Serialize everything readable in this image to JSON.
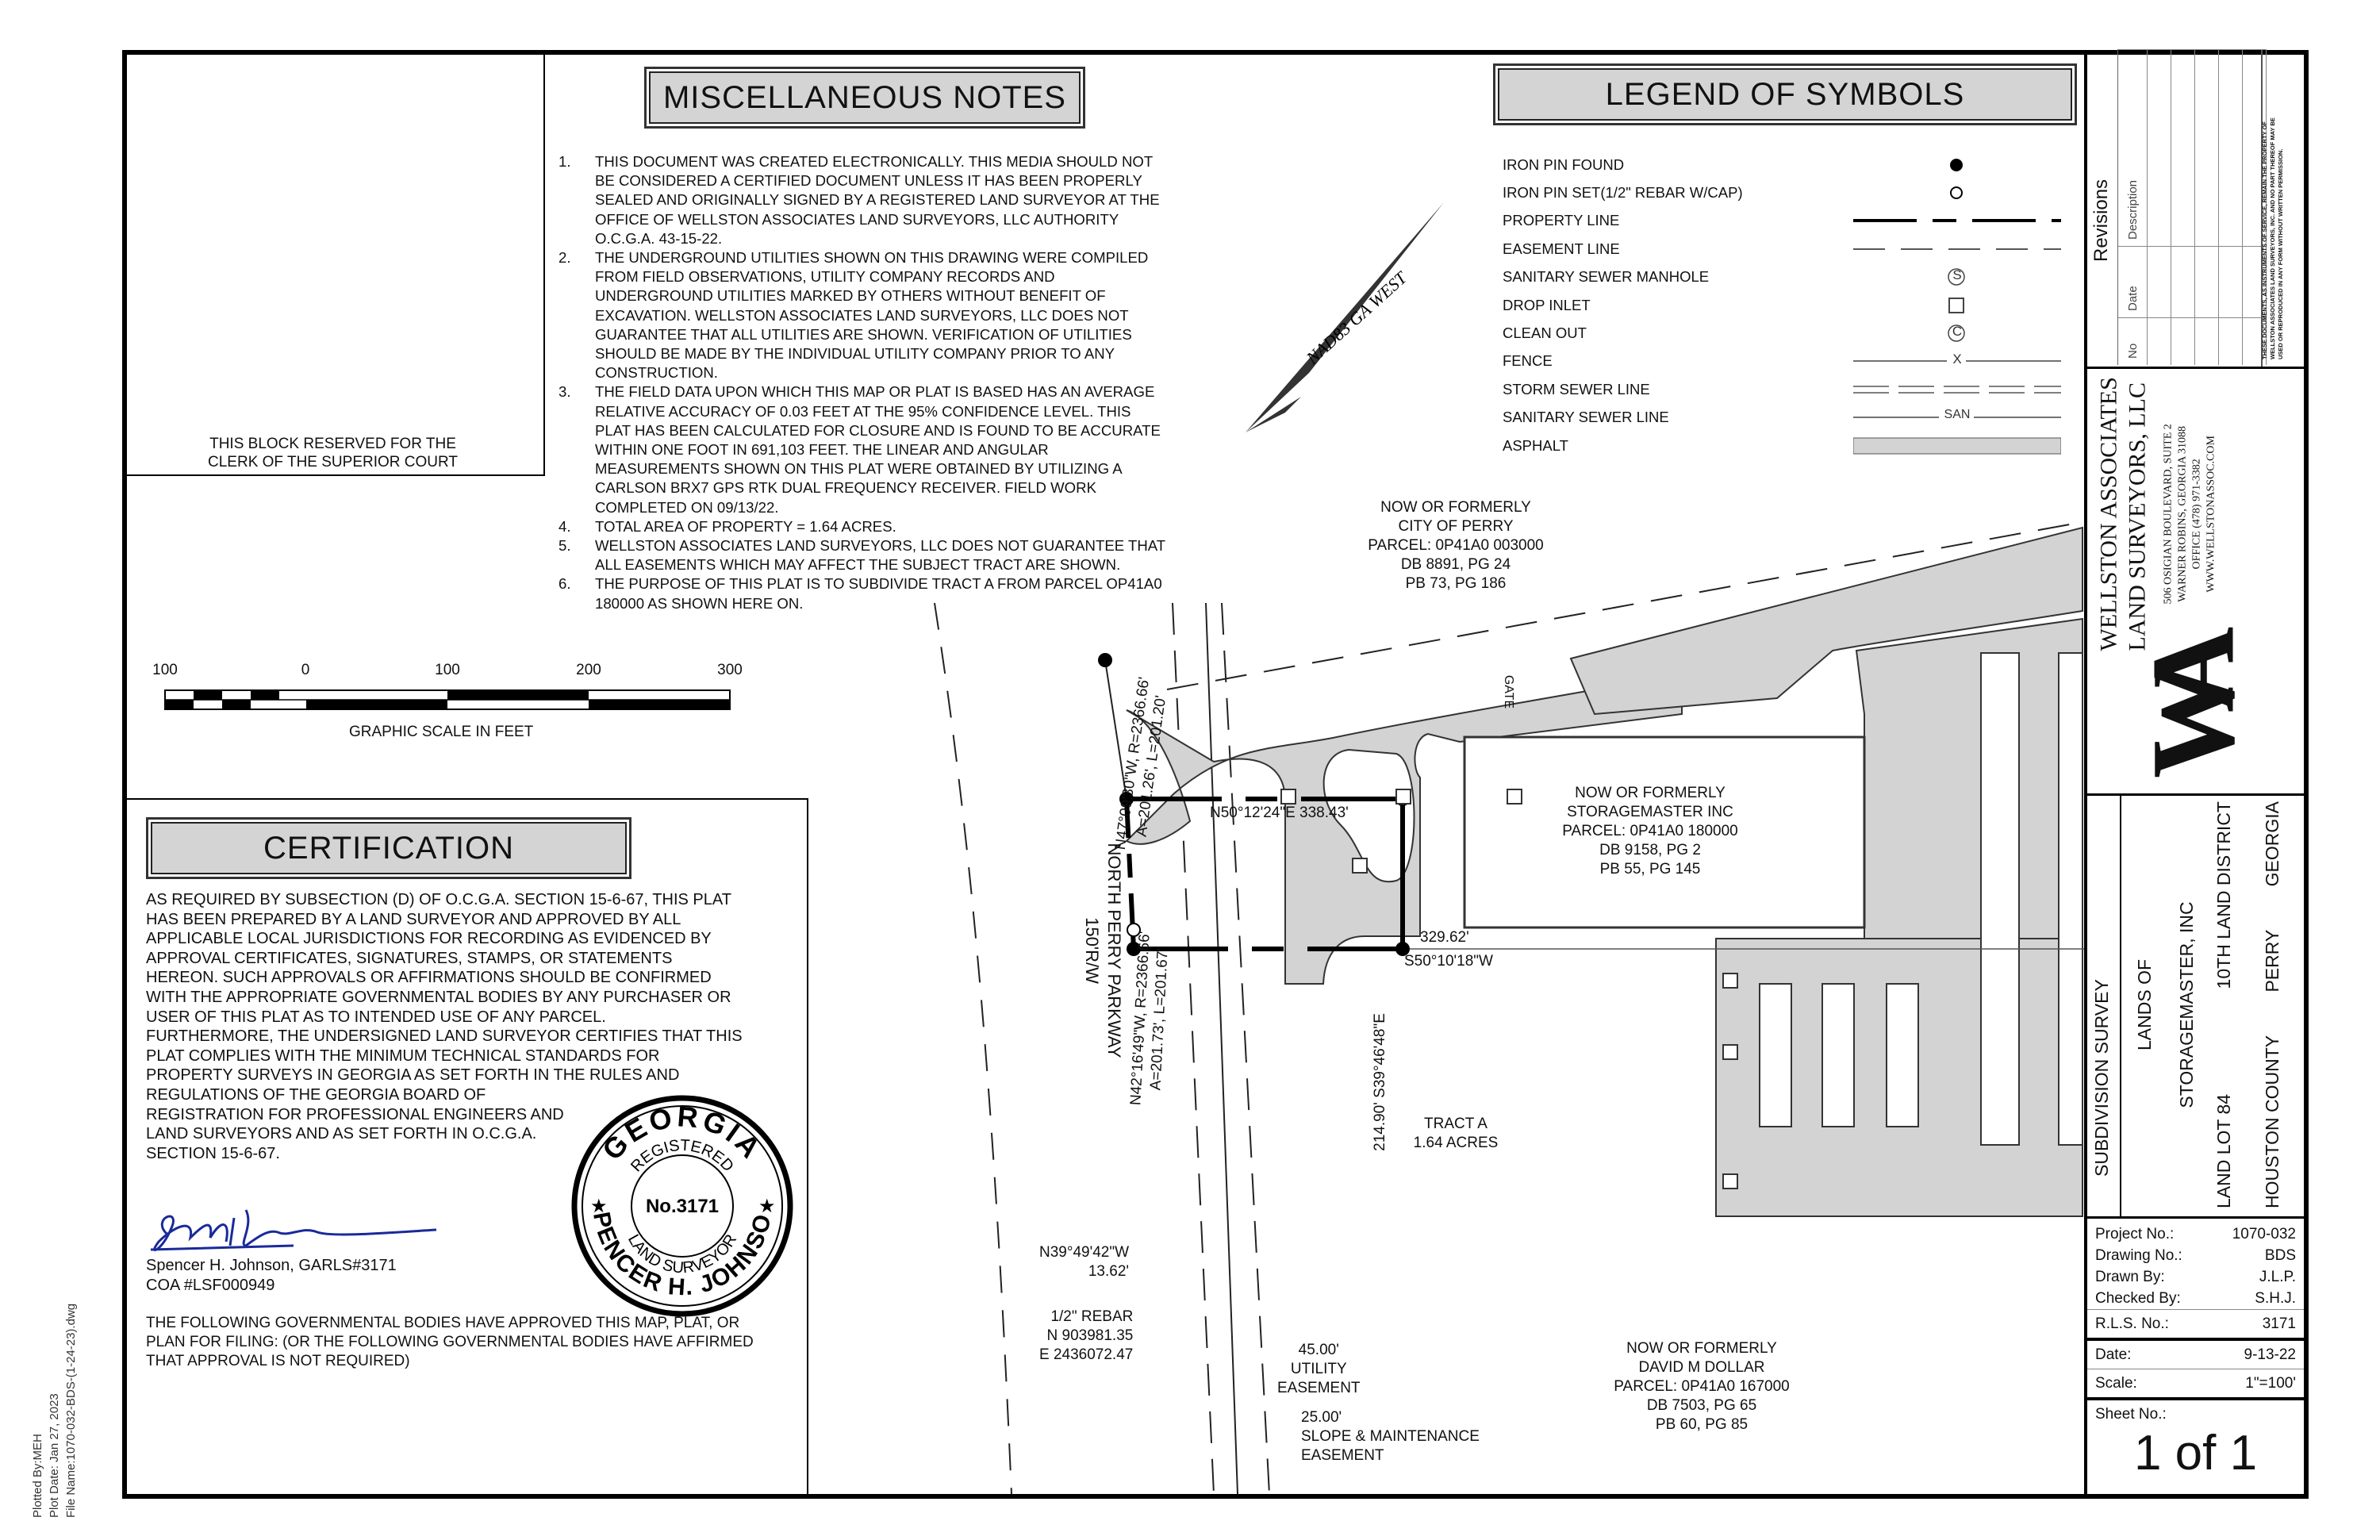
{
  "plot_info": {
    "plotted_by": "Plotted By:MEH",
    "plot_date": "Plot Date: Jan 27, 2023",
    "file_name": "File Name:1070-032-BDS-(1-24-23).dwg"
  },
  "clerk_block": {
    "line1": "THIS BLOCK RESERVED FOR THE",
    "line2": "CLERK OF THE SUPERIOR COURT"
  },
  "misc_notes": {
    "title": "MISCELLANEOUS NOTES",
    "items": [
      {
        "num": "1.",
        "lines": [
          "THIS DOCUMENT WAS CREATED ELECTRONICALLY.  THIS MEDIA SHOULD NOT",
          "BE CONSIDERED A CERTIFIED DOCUMENT UNLESS IT HAS BEEN PROPERLY",
          "SEALED AND ORIGINALLY SIGNED BY A REGISTERED LAND SURVEYOR AT THE",
          "OFFICE OF WELLSTON ASSOCIATES LAND SURVEYORS, LLC  AUTHORITY",
          "O.C.G.A. 43-15-22."
        ]
      },
      {
        "num": "2.",
        "lines": [
          "THE UNDERGROUND UTILITIES SHOWN ON THIS DRAWING WERE COMPILED",
          "FROM FIELD OBSERVATIONS, UTILITY COMPANY RECORDS AND",
          "UNDERGROUND UTILITIES MARKED BY OTHERS WITHOUT BENEFIT OF",
          "EXCAVATION.  WELLSTON ASSOCIATES LAND SURVEYORS, LLC DOES NOT",
          "GUARANTEE THAT ALL UTILITIES ARE SHOWN. VERIFICATION OF UTILITIES",
          "SHOULD BE MADE BY THE INDIVIDUAL UTILITY COMPANY PRIOR TO ANY",
          "CONSTRUCTION."
        ]
      },
      {
        "num": "3.",
        "lines": [
          "THE FIELD DATA UPON WHICH THIS MAP OR PLAT IS BASED HAS AN AVERAGE",
          "RELATIVE ACCURACY OF 0.03 FEET AT THE 95% CONFIDENCE LEVEL. THIS",
          "PLAT HAS BEEN CALCULATED FOR CLOSURE AND IS FOUND TO BE ACCURATE",
          "WITHIN ONE FOOT IN 691,103 FEET. THE LINEAR AND ANGULAR",
          "MEASUREMENTS SHOWN ON THIS PLAT WERE OBTAINED BY UTILIZING A",
          "CARLSON BRX7 GPS RTK DUAL FREQUENCY RECEIVER. FIELD WORK",
          "COMPLETED ON 09/13/22."
        ]
      },
      {
        "num": "4.",
        "lines": [
          "TOTAL AREA OF PROPERTY = 1.64 ACRES."
        ]
      },
      {
        "num": "5.",
        "lines": [
          "WELLSTON ASSOCIATES LAND SURVEYORS, LLC DOES NOT GUARANTEE THAT",
          "ALL EASEMENTS WHICH MAY AFFECT THE SUBJECT TRACT ARE SHOWN."
        ]
      },
      {
        "num": "6.",
        "lines": [
          "THE PURPOSE OF THIS PLAT IS TO SUBDIVIDE TRACT A FROM PARCEL OP41A0",
          "180000 AS SHOWN HERE ON."
        ]
      }
    ]
  },
  "legend": {
    "title": "LEGEND OF SYMBOLS",
    "items": [
      {
        "label": "IRON PIN FOUND",
        "symbol": "filled-circle"
      },
      {
        "label": "IRON PIN SET(1/2\" REBAR W/CAP)",
        "symbol": "hollow-circle"
      },
      {
        "label": "PROPERTY LINE",
        "symbol": "long-dash-line"
      },
      {
        "label": "EASEMENT LINE",
        "symbol": "dash-line"
      },
      {
        "label": "SANITARY SEWER MANHOLE",
        "symbol": "s-circle",
        "glyph": "S"
      },
      {
        "label": "DROP INLET",
        "symbol": "square"
      },
      {
        "label": "CLEAN OUT",
        "symbol": "c-circle",
        "glyph": "C"
      },
      {
        "label": "FENCE",
        "symbol": "fence-line",
        "glyph": "X"
      },
      {
        "label": "STORM SEWER LINE",
        "symbol": "double-dash-line"
      },
      {
        "label": "SANITARY SEWER LINE",
        "symbol": "san-line",
        "glyph": "SAN"
      },
      {
        "label": "ASPHALT",
        "symbol": "gray-fill"
      }
    ]
  },
  "graphic_scale": {
    "ticks": [
      "100",
      "0",
      "100",
      "200",
      "300"
    ],
    "caption": "GRAPHIC SCALE IN FEET"
  },
  "certification": {
    "title": "CERTIFICATION",
    "lines": [
      "AS REQUIRED BY SUBSECTION (D) OF O.C.G.A. SECTION 15-6-67, THIS PLAT",
      "HAS BEEN PREPARED BY A LAND SURVEYOR AND APPROVED BY ALL",
      "APPLICABLE LOCAL JURISDICTIONS FOR RECORDING AS EVIDENCED BY",
      "APPROVAL CERTIFICATES, SIGNATURES, STAMPS, OR STATEMENTS",
      "HEREON. SUCH APPROVALS OR AFFIRMATIONS SHOULD BE CONFIRMED",
      "WITH THE APPROPRIATE GOVERNMENTAL BODIES BY ANY PURCHASER OR",
      "USER OF THIS PLAT AS TO INTENDED USE OF ANY PARCEL.",
      "FURTHERMORE, THE UNDERSIGNED LAND SURVEYOR CERTIFIES THAT THIS",
      "PLAT COMPLIES WITH THE MINIMUM TECHNICAL STANDARDS FOR",
      "PROPERTY SURVEYS IN GEORGIA AS SET FORTH IN THE RULES AND",
      "REGULATIONS OF THE GEORGIA BOARD OF",
      "REGISTRATION FOR PROFESSIONAL ENGINEERS AND",
      "LAND SURVEYORS AND AS SET FORTH IN O.C.G.A.",
      "SECTION 15-6-67."
    ],
    "surveyor_name": "Spencer H. Johnson, GARLS#3171",
    "coa": "COA #LSF000949",
    "approval_lines": [
      "THE FOLLOWING GOVERNMENTAL BODIES HAVE APPROVED THIS MAP, PLAT, OR",
      "PLAN FOR FILING: (OR THE FOLLOWING GOVERNMENTAL BODIES HAVE AFFIRMED",
      "THAT APPROVAL IS NOT REQUIRED)"
    ],
    "seal": {
      "top": "GEORGIA",
      "registered": "REGISTERED",
      "number": "No.3171",
      "land_surveyor": "LAND SURVEYOR",
      "bottom": "SPENCER H. JOHNSON"
    }
  },
  "map": {
    "north_arrow": "NAD83 GA WEST",
    "city_of_perry": [
      "NOW OR FORMERLY",
      "CITY OF PERRY",
      "PARCEL: 0P41A0 003000",
      "DB 8891, PG 24",
      "PB 73, PG 186"
    ],
    "storagemaster": [
      "NOW OR FORMERLY",
      "STORAGEMASTER INC",
      "PARCEL: 0P41A0 180000",
      "DB 9158, PG 2",
      "PB 55, PG 145"
    ],
    "tract": [
      "TRACT A",
      "1.64 ACRES"
    ],
    "dollar": [
      "NOW OR FORMERLY",
      "DAVID M DOLLAR",
      "PARCEL: 0P41A0 167000",
      "DB  7503, PG 65",
      "PB 60, PG 85"
    ],
    "road": [
      "NORTH PERRY PARKWAY",
      "150'R/W"
    ],
    "gate": "GATE",
    "curve1": [
      "N47°09'30\"W, R=2366.66'",
      "A=201.26', L=201.20'"
    ],
    "curve2": [
      "N42°16'49\"W, R=2366.66'",
      "A=201.73', L=201.67'"
    ],
    "north_line": "N50°12'24\"E  338.43'",
    "east_line": "214.90'  S39°46'48\"E",
    "south_line_dist": "329.62'",
    "south_line_bearing": "S50°10'18\"W",
    "tie": [
      "N39°49'42\"W",
      "13.62'"
    ],
    "rebar": [
      "1/2\" REBAR",
      "N 903981.35",
      "E 2436072.47"
    ],
    "utility_easement": [
      "45.00'",
      "UTILITY",
      "EASEMENT"
    ],
    "slope_easement": [
      "25.00'",
      "SLOPE & MAINTENANCE",
      "EASEMENT"
    ]
  },
  "title_block": {
    "revisions": {
      "title": "Revisions",
      "columns": [
        "No",
        "Date",
        "Description"
      ],
      "rows": 5
    },
    "disclaimer": [
      "THESE DOCUMENTS, AS INSTRUMENTS OF SERVICE, REMAIN THE PROPERTY OF",
      "WELLSTON ASSOCIATES LAND SURVEYORS, INC. AND NO PART THEREOF MAY BE",
      "USED OR REPRODUCED IN ANY FORM WITHOUT WRITTEN PERMISSION."
    ],
    "firm": {
      "logo": "WA",
      "name1": "WELLSTON ASSOCIATES",
      "name2": "LAND SURVEYORS, LLC",
      "address1": "506 OSIGIAN BOULEVARD, SUITE 2",
      "address2": "WARNER ROBINS, GEORGIA 31088",
      "phone": "OFFICE (478) 971-3382",
      "web": "WWW.WELLSTONASSOC.COM"
    },
    "project": {
      "type": "SUBDIVISION SURVEY",
      "lands_of": "LANDS OF",
      "owner": "STORAGEMASTER, INC",
      "land_lot": "LAND LOT 84",
      "district": "10TH LAND DISTRICT",
      "county": "HOUSTON COUNTY",
      "city": "PERRY",
      "state": "GEORGIA"
    },
    "info": [
      {
        "label": "Project No.:",
        "value": "1070-032"
      },
      {
        "label": "Drawing No.:",
        "value": "BDS"
      },
      {
        "label": "Drawn By:",
        "value": "J.L.P."
      },
      {
        "label": "Checked By:",
        "value": "S.H.J."
      },
      {
        "label": "R.L.S. No.:",
        "value": "3171"
      },
      {
        "label": "Date:",
        "value": "9-13-22"
      },
      {
        "label": "Scale:",
        "value": "1\"=100'"
      }
    ],
    "sheet_label": "Sheet No.:",
    "sheet_value": "1 of 1"
  },
  "colors": {
    "asphalt": "#d3d3d3",
    "ink": "#111111",
    "signature": "#1a2a9a"
  }
}
